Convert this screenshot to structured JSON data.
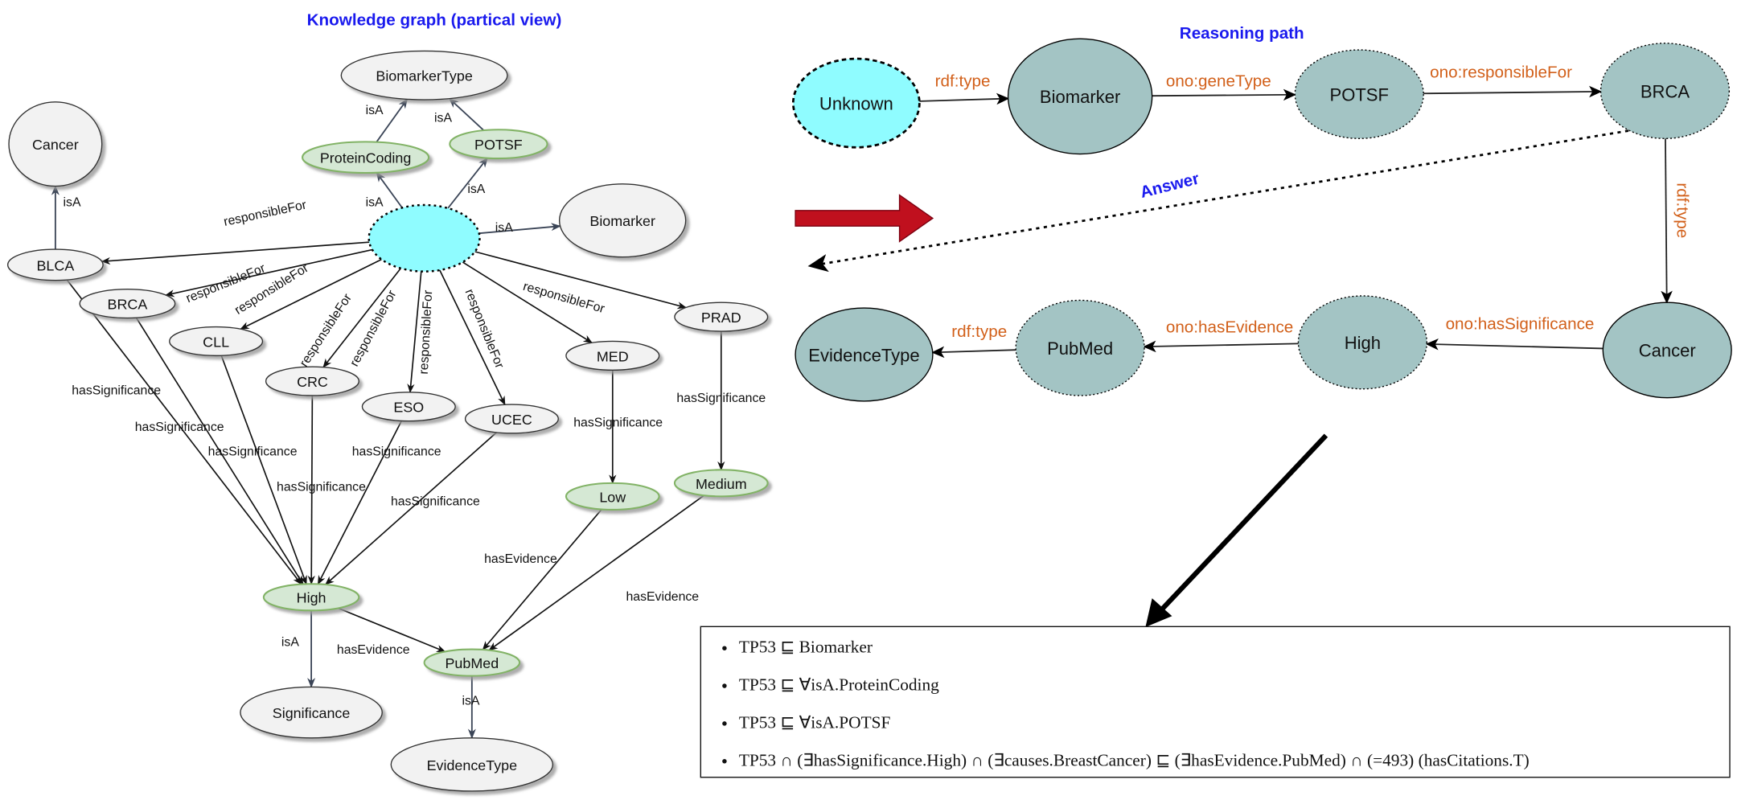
{
  "left_graph": {
    "title": "Knowledge graph (partical view)",
    "nodes": [
      {
        "id": "BiomarkerType",
        "label": "BiomarkerType",
        "style": "gray"
      },
      {
        "id": "Cancer",
        "label": "Cancer",
        "style": "gray"
      },
      {
        "id": "ProteinCoding",
        "label": "ProteinCoding",
        "style": "green"
      },
      {
        "id": "POTSF",
        "label": "POTSF",
        "style": "green"
      },
      {
        "id": "Center",
        "label": "",
        "style": "cyan"
      },
      {
        "id": "Biomarker",
        "label": "Biomarker",
        "style": "gray"
      },
      {
        "id": "BLCA",
        "label": "BLCA",
        "style": "gray"
      },
      {
        "id": "BRCA",
        "label": "BRCA",
        "style": "gray"
      },
      {
        "id": "CLL",
        "label": "CLL",
        "style": "gray"
      },
      {
        "id": "CRC",
        "label": "CRC",
        "style": "gray"
      },
      {
        "id": "ESO",
        "label": "ESO",
        "style": "gray"
      },
      {
        "id": "UCEC",
        "label": "UCEC",
        "style": "gray"
      },
      {
        "id": "MED",
        "label": "MED",
        "style": "gray"
      },
      {
        "id": "PRAD",
        "label": "PRAD",
        "style": "gray"
      },
      {
        "id": "Low",
        "label": "Low",
        "style": "green"
      },
      {
        "id": "Medium",
        "label": "Medium",
        "style": "green"
      },
      {
        "id": "High",
        "label": "High",
        "style": "green"
      },
      {
        "id": "PubMed",
        "label": "PubMed",
        "style": "green"
      },
      {
        "id": "Significance",
        "label": "Significance",
        "style": "gray"
      },
      {
        "id": "EvidenceType",
        "label": "EvidenceType",
        "style": "gray"
      }
    ],
    "edges": [
      {
        "from": "ProteinCoding",
        "to": "BiomarkerType",
        "label": "isA"
      },
      {
        "from": "POTSF",
        "to": "BiomarkerType",
        "label": "isA"
      },
      {
        "from": "Center",
        "to": "ProteinCoding",
        "label": "isA"
      },
      {
        "from": "Center",
        "to": "POTSF",
        "label": "isA"
      },
      {
        "from": "Center",
        "to": "Biomarker",
        "label": "isA"
      },
      {
        "from": "BLCA",
        "to": "Cancer",
        "label": "isA"
      },
      {
        "from": "Center",
        "to": "BLCA",
        "label": "responsibleFor"
      },
      {
        "from": "Center",
        "to": "BRCA",
        "label": "responsibleFor"
      },
      {
        "from": "Center",
        "to": "CLL",
        "label": "responsibleFor"
      },
      {
        "from": "Center",
        "to": "CRC",
        "label": "responsibleFor"
      },
      {
        "from": "Center",
        "to": "ESO",
        "label": "responsibleFor"
      },
      {
        "from": "Center",
        "to": "UCEC",
        "label": "responsibleFor"
      },
      {
        "from": "Center",
        "to": "MED",
        "label": "responsibleFor"
      },
      {
        "from": "Center",
        "to": "PRAD",
        "label": "responsibleFor"
      },
      {
        "from": "BLCA",
        "to": "High",
        "label": "hasSignificance"
      },
      {
        "from": "BRCA",
        "to": "High",
        "label": "hasSignificance"
      },
      {
        "from": "CLL",
        "to": "High",
        "label": "hasSignificance"
      },
      {
        "from": "CRC",
        "to": "High",
        "label": "hasSignificance"
      },
      {
        "from": "ESO",
        "to": "High",
        "label": "hasSignificance"
      },
      {
        "from": "UCEC",
        "to": "High",
        "label": "hasSignificance"
      },
      {
        "from": "MED",
        "to": "Low",
        "label": "hasSignificance"
      },
      {
        "from": "PRAD",
        "to": "Medium",
        "label": "hasSignificance"
      },
      {
        "from": "Low",
        "to": "PubMed",
        "label": "hasEvidence"
      },
      {
        "from": "Medium",
        "to": "PubMed",
        "label": "hasEvidence"
      },
      {
        "from": "High",
        "to": "PubMed",
        "label": "hasEvidence"
      },
      {
        "from": "High",
        "to": "Significance",
        "label": "isA"
      },
      {
        "from": "PubMed",
        "to": "EvidenceType",
        "label": "isA"
      }
    ]
  },
  "reasoning_path": {
    "title": "Reasoning path",
    "answer_label": "Answer",
    "nodes": [
      {
        "id": "Unknown",
        "label": "Unknown",
        "style": "cyan-dashed"
      },
      {
        "id": "Biomarker",
        "label": "Biomarker",
        "style": "solid"
      },
      {
        "id": "POTSF",
        "label": "POTSF",
        "style": "dotted"
      },
      {
        "id": "BRCA",
        "label": "BRCA",
        "style": "dotted"
      },
      {
        "id": "Cancer",
        "label": "Cancer",
        "style": "solid"
      },
      {
        "id": "High",
        "label": "High",
        "style": "dotted"
      },
      {
        "id": "PubMed",
        "label": "PubMed",
        "style": "dotted"
      },
      {
        "id": "EvidenceType",
        "label": "EvidenceType",
        "style": "solid"
      }
    ],
    "edges": [
      {
        "from": "Unknown",
        "to": "Biomarker",
        "label": "rdf:type"
      },
      {
        "from": "Biomarker",
        "to": "POTSF",
        "label": "ono:geneType"
      },
      {
        "from": "POTSF",
        "to": "BRCA",
        "label": "ono:responsibleFor"
      },
      {
        "from": "BRCA",
        "to": "Cancer",
        "label": "rdf:type"
      },
      {
        "from": "Cancer",
        "to": "High",
        "label": "ono:hasSignificance"
      },
      {
        "from": "High",
        "to": "PubMed",
        "label": "ono:hasEvidence"
      },
      {
        "from": "PubMed",
        "to": "EvidenceType",
        "label": "rdf:type"
      }
    ]
  },
  "axioms": [
    "TP53 ⊑ Biomarker",
    "TP53 ⊑ ∀isA.ProteinCoding",
    "TP53 ⊑ ∀isA.POTSF",
    "TP53 ∩ (∃hasSignificance.High) ∩ (∃causes.BreastCancer) ⊑ (∃hasEvidence.PubMed) ∩ (=493) (hasCitations.T)"
  ],
  "colors": {
    "title_blue": "#1a1aee",
    "edge_label_orange": "#d2601a",
    "cyan_node": "#8ffcff",
    "green_node": "#d5e8d4",
    "gray_node": "#f2f2f2",
    "teal_node": "#a3c4c4",
    "red_arrow": "#c0101e"
  }
}
